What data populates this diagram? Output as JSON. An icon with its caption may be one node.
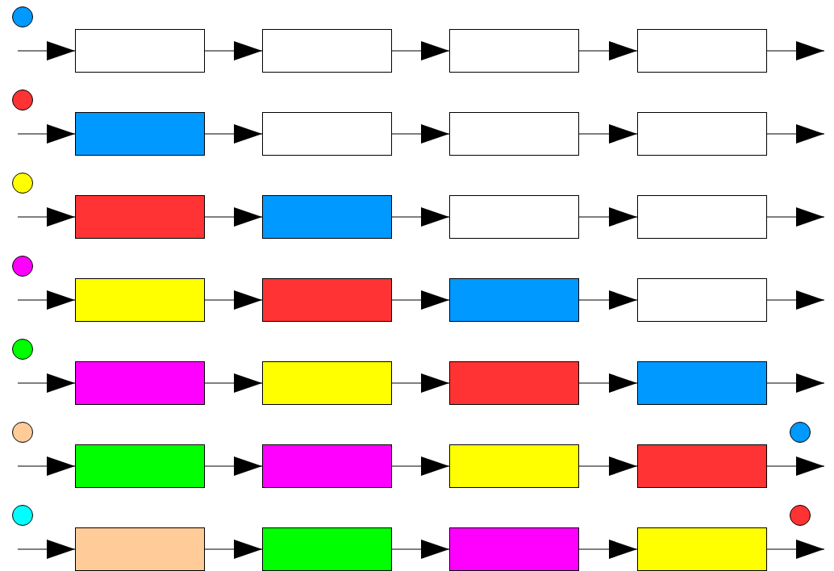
{
  "diagram": {
    "nodes": [
      {
        "text": [],
        "shape": "circle"
      },
      {
        "text": [],
        "shape": "box"
      },
      {
        "text": [],
        "shape": "box"
      },
      {
        "text": [],
        "shape": "box"
      },
      {
        "text": [],
        "shape": "box"
      },
      {
        "text": [],
        "shape": "circle"
      },
      {
        "text": [],
        "shape": "box"
      },
      {
        "text": [],
        "shape": "box"
      },
      {
        "text": [],
        "shape": "box"
      },
      {
        "text": [],
        "shape": "box"
      },
      {
        "text": [],
        "shape": "circle"
      },
      {
        "text": [],
        "shape": "box"
      },
      {
        "text": [],
        "shape": "box"
      },
      {
        "text": [],
        "shape": "box"
      },
      {
        "text": [],
        "shape": "box"
      },
      {
        "text": [],
        "shape": "circle"
      },
      {
        "text": [],
        "shape": "box"
      },
      {
        "text": [],
        "shape": "box"
      },
      {
        "text": [],
        "shape": "box"
      },
      {
        "text": [],
        "shape": "box"
      },
      {
        "text": [],
        "shape": "circle"
      },
      {
        "text": [],
        "shape": "box"
      },
      {
        "text": [],
        "shape": "box"
      },
      {
        "text": [],
        "shape": "box"
      },
      {
        "text": [],
        "shape": "box"
      },
      {
        "text": [],
        "shape": "circle"
      },
      {
        "text": [],
        "shape": "box"
      },
      {
        "text": [],
        "shape": "box"
      },
      {
        "text": [],
        "shape": "box"
      },
      {
        "text": [],
        "shape": "box"
      },
      {
        "text": [],
        "shape": "circle"
      },
      {
        "text": [],
        "shape": "circle"
      },
      {
        "text": [],
        "shape": "box"
      },
      {
        "text": [],
        "shape": "box"
      },
      {
        "text": [],
        "shape": "box"
      },
      {
        "text": [],
        "shape": "box"
      },
      {
        "text": [],
        "shape": "circle"
      }
    ],
    "edges": [
      {
        "from": null,
        "to": 1,
        "arrow": "to"
      },
      {
        "from": 1,
        "to": 2,
        "arrow": "to"
      },
      {
        "from": 2,
        "to": 3,
        "arrow": "to"
      },
      {
        "from": 3,
        "to": 4,
        "arrow": "to"
      },
      {
        "from": 4,
        "to": null,
        "arrow": "to"
      },
      {
        "from": null,
        "to": 6,
        "arrow": "to"
      },
      {
        "from": 6,
        "to": 7,
        "arrow": "to"
      },
      {
        "from": 7,
        "to": 8,
        "arrow": "to"
      },
      {
        "from": 8,
        "to": 9,
        "arrow": "to"
      },
      {
        "from": 9,
        "to": null,
        "arrow": "to"
      },
      {
        "from": null,
        "to": 11,
        "arrow": "to"
      },
      {
        "from": 11,
        "to": 12,
        "arrow": "to"
      },
      {
        "from": 12,
        "to": 13,
        "arrow": "to"
      },
      {
        "from": 13,
        "to": 14,
        "arrow": "to"
      },
      {
        "from": 14,
        "to": null,
        "arrow": "to"
      },
      {
        "from": null,
        "to": 16,
        "arrow": "to"
      },
      {
        "from": 16,
        "to": 17,
        "arrow": "to"
      },
      {
        "from": 17,
        "to": 18,
        "arrow": "to"
      },
      {
        "from": 18,
        "to": 19,
        "arrow": "to"
      },
      {
        "from": 19,
        "to": null,
        "arrow": "to"
      },
      {
        "from": null,
        "to": 21,
        "arrow": "to"
      },
      {
        "from": 21,
        "to": 22,
        "arrow": "to"
      },
      {
        "from": 22,
        "to": 23,
        "arrow": "to"
      },
      {
        "from": 23,
        "to": 24,
        "arrow": "to"
      },
      {
        "from": 24,
        "to": null,
        "arrow": "to"
      },
      {
        "from": null,
        "to": 26,
        "arrow": "to"
      },
      {
        "from": 26,
        "to": 27,
        "arrow": "to"
      },
      {
        "from": 27,
        "to": 28,
        "arrow": "to"
      },
      {
        "from": 28,
        "to": 29,
        "arrow": "to"
      },
      {
        "from": 29,
        "to": null,
        "arrow": "to"
      },
      {
        "from": null,
        "to": 32,
        "arrow": "to"
      },
      {
        "from": 32,
        "to": 33,
        "arrow": "to"
      },
      {
        "from": 33,
        "to": 34,
        "arrow": "to"
      },
      {
        "from": 34,
        "to": 35,
        "arrow": "to"
      },
      {
        "from": 35,
        "to": null,
        "arrow": "to"
      }
    ]
  }
}
